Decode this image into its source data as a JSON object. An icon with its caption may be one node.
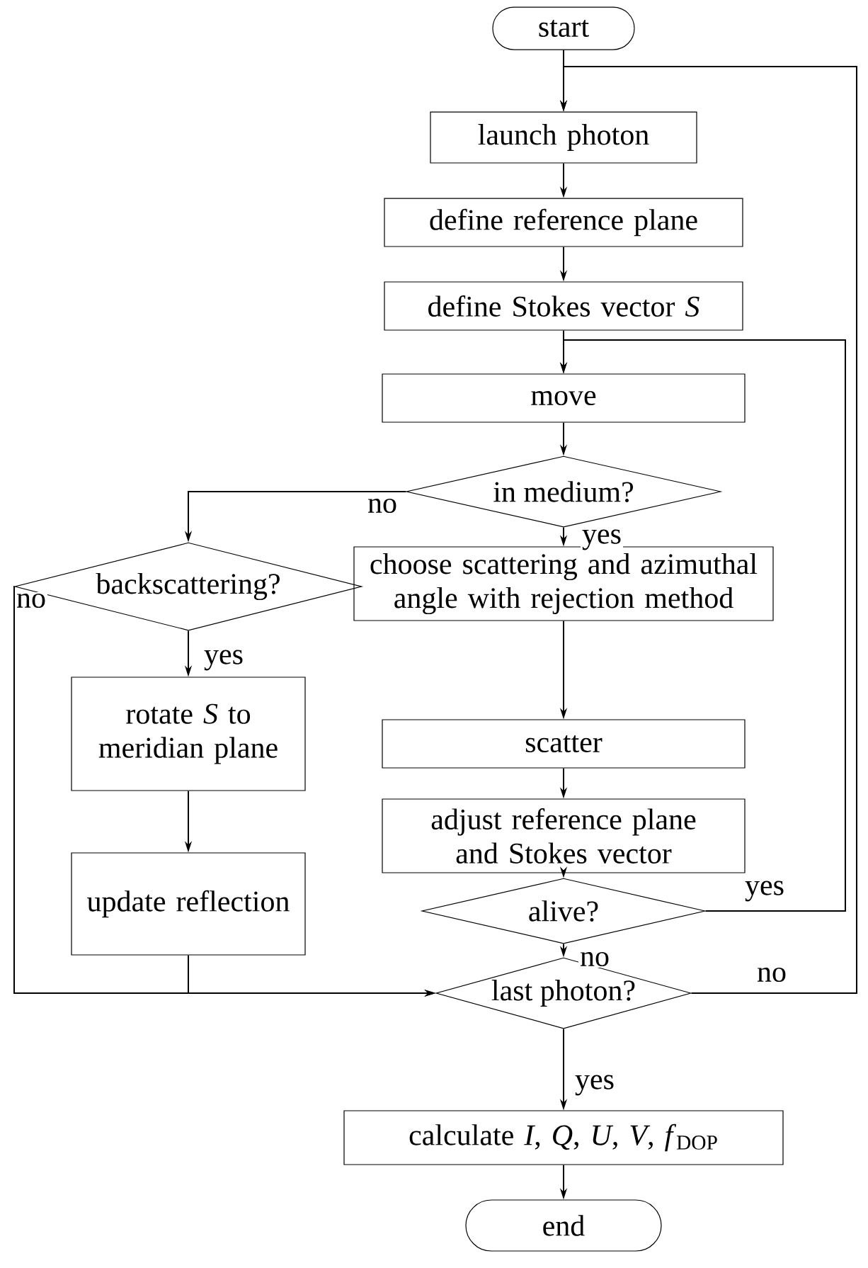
{
  "diagram": {
    "nodes": [
      {
        "text": [
          "start"
        ]
      },
      {
        "text": [
          "launch photon"
        ]
      },
      {
        "text": [
          "define reference plane"
        ]
      },
      {
        "text": [
          "define Stokes vector *S*"
        ]
      },
      {
        "text": [
          "move"
        ]
      },
      {
        "text": [
          "in medium?"
        ]
      },
      {
        "text": [
          "backscattering?"
        ]
      },
      {
        "text": [
          "choose scattering and azimuthal angle with rejection method"
        ]
      },
      {
        "text": [
          "rotate *S* to meridian plane"
        ]
      },
      {
        "text": [
          "scatter"
        ]
      },
      {
        "text": [
          "adjust reference plane and Stokes vector"
        ]
      },
      {
        "text": [
          "update reflection"
        ]
      },
      {
        "text": [
          "alive?"
        ]
      },
      {
        "text": [
          "last photon?"
        ]
      },
      {
        "text": [
          "calculate *I*, *Q*, *U*, *V*, *f*$_{DOP}$"
        ]
      },
      {
        "text": [
          "end"
        ]
      }
    ],
    "edges": [
      {
        "from": 0,
        "to": 1,
        "arrow": "to"
      },
      {
        "from": 1,
        "to": 2,
        "arrow": "to"
      },
      {
        "from": 2,
        "to": 3,
        "arrow": "to"
      },
      {
        "from": 3,
        "to": 4,
        "arrow": "to"
      },
      {
        "from": 4,
        "to": 5,
        "arrow": "to"
      },
      {
        "from": 5,
        "to": 6,
        "arrow": "to",
        "label": "no"
      },
      {
        "from": 5,
        "to": 7,
        "arrow": "to",
        "label": "yes"
      },
      {
        "from": 6,
        "to": 8,
        "arrow": "to",
        "label": "yes"
      },
      {
        "from": 6,
        "to": 13,
        "arrow": "to",
        "label": "no"
      },
      {
        "from": 7,
        "to": 9,
        "arrow": "to"
      },
      {
        "from": 8,
        "to": 11,
        "arrow": "to"
      },
      {
        "from": 9,
        "to": 10,
        "arrow": "to"
      },
      {
        "from": 10,
        "to": 12,
        "arrow": "to"
      },
      {
        "from": 12,
        "to": 4,
        "arrow": "to",
        "label": "yes"
      },
      {
        "from": 11,
        "to": 13,
        "arrow": "to"
      },
      {
        "from": 12,
        "to": 13,
        "arrow": "to",
        "label": "no"
      },
      {
        "from": 13,
        "to": 1,
        "arrow": "to",
        "label": "no"
      },
      {
        "from": 13,
        "to": 14,
        "arrow": "to",
        "label": "yes"
      },
      {
        "from": 14,
        "to": 15,
        "arrow": "to"
      }
    ]
  }
}
